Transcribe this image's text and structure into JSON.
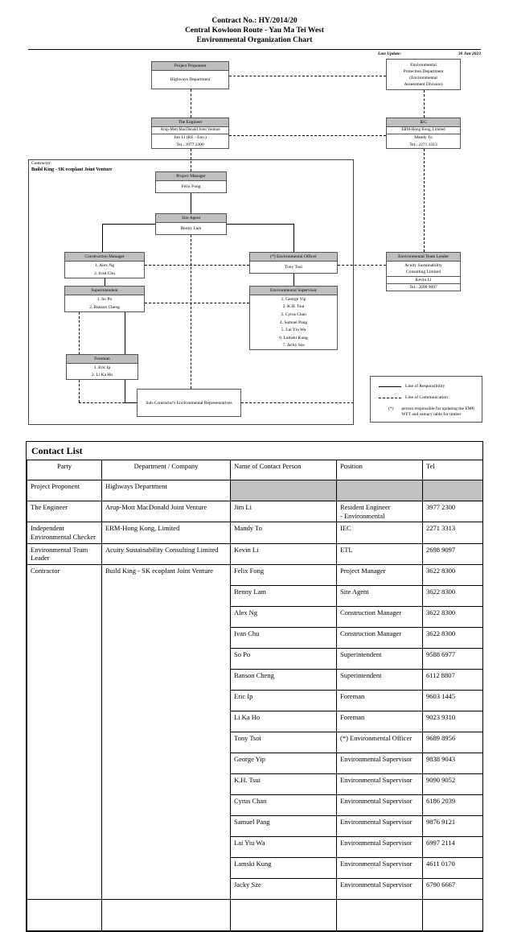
{
  "header": {
    "line1": "Contract No.: HY/2014/20",
    "line2": "Central Kowloon Route - Yau Ma Tei West",
    "line3": "Environmental Organization Chart",
    "last_update_label": "Last Update:",
    "last_update_value": "30 Jun 2023"
  },
  "org_chart": {
    "project_proponent": {
      "title": "Project Proponent",
      "body": "Highways Department"
    },
    "epd": {
      "lines": [
        "Environmental",
        "Protection Department",
        "(Environmental",
        "Assessment Division)"
      ]
    },
    "engineer": {
      "title": "The Engineer",
      "company": "Arup-Mott MacDonald Joint Venture",
      "person": "Jim Li (RE - Env.)",
      "tel": "Tel.: 3977 2300"
    },
    "iec": {
      "title": "IEC",
      "company": "ERM-Hong Kong, Limited",
      "person": "Mandy To",
      "tel": "Tel.: 2271 3313"
    },
    "contractor_label": "Contractor:",
    "contractor_name": "Build King - SK ecoplant Joint Venture",
    "project_manager": {
      "title": "Project Manager",
      "person": "Felix Fong"
    },
    "site_agent": {
      "title": "Site Agent",
      "person": "Benny Lam"
    },
    "construction_manager": {
      "title": "Construction Manager",
      "members": [
        "1. Alex Ng",
        "2. Ivan Chu"
      ]
    },
    "superintendent": {
      "title": "Superintendent",
      "members": [
        "1. So Po",
        "2. Banson Cheng"
      ]
    },
    "foreman": {
      "title": "Foreman",
      "members": [
        "1. Eric Ip",
        "2. Li Ka Ho"
      ]
    },
    "environmental_officer": {
      "title": "(*) Environmental Officer",
      "person": "Tony Tsoi"
    },
    "environmental_supervisor": {
      "title": "Environmental Supervisor",
      "members": [
        "1. George Yip",
        "2. K.H. Tsui",
        "3. Cyrus Chan",
        "4. Samuel Pang",
        "5. Lai Yiu Wa",
        "6. Lamski Kung",
        "7. Jacky Sze"
      ]
    },
    "environmental_team_leader": {
      "title": "Environmental Team Leader",
      "company_line1": "Acuity Sustainability",
      "company_line2": "Consulting Limited",
      "person": "Kevin Li",
      "tel": "Tel.: 2698 9097"
    },
    "subcontractor": {
      "label": "Sub-Contractor's Environmental Representatives"
    },
    "legend": {
      "responsibility_label": "Line of Responsibility",
      "communication_label": "Line of Communication",
      "asterisk": "(*)",
      "note_line1": "person responsible for updating the EMP,",
      "note_line2": "WFT and sumary table for timber"
    }
  },
  "contact_list": {
    "title": "Contact List",
    "columns": [
      "Party",
      "Department / Company",
      "Name of Contact Person",
      "Position",
      "Tel"
    ],
    "rows": [
      {
        "party": "Project Proponent",
        "dept": "Highways Department",
        "name": "",
        "position": "",
        "tel": ""
      },
      {
        "party": "The Engineer",
        "dept": "Arup-Mott MacDonald Joint Venture",
        "name": "Jim Li",
        "position": "Resident Engineer\n- Environmental",
        "tel": "3977 2300"
      },
      {
        "party": "Independent\nEnvironmental Checker",
        "dept": "ERM-Hong Kong, Limited",
        "name": "Mandy To",
        "position": "IEC",
        "tel": "2271 3313"
      },
      {
        "party": "Environmental Team\nLeader",
        "dept": "Acuity Sustainability Consulting Limited",
        "name": "Kevin Li",
        "position": "ETL",
        "tel": "2698 9097"
      },
      {
        "party": "Contractor",
        "dept": "Build King - SK ecoplant Joint Venture",
        "name": "Felix Fong",
        "position": "Project Manager",
        "tel": "3622 8300"
      },
      {
        "name": "Benny Lam",
        "position": "Site Agent",
        "tel": "3622 8300"
      },
      {
        "name": "Alex Ng",
        "position": "Construction Manager",
        "tel": "3622 8300"
      },
      {
        "name": "Ivan Chu",
        "position": "Construction Manager",
        "tel": "3622 8300"
      },
      {
        "name": "So Po",
        "position": "Superintendent",
        "tel": "9588 6977"
      },
      {
        "name": "Banson Cheng",
        "position": "Superintendent",
        "tel": "6112 8807"
      },
      {
        "name": "Eric Ip",
        "position": "Foreman",
        "tel": "9603 1445"
      },
      {
        "name": "Li Ka Ho",
        "position": "Foreman",
        "tel": "9023 9310"
      },
      {
        "name": "Tony Tsoi",
        "position": "(*) Environmental Officer",
        "tel": "9689 8956"
      },
      {
        "name": "George Yip",
        "position": "Environmental Supervisor",
        "tel": "9838 9043"
      },
      {
        "name": "K.H. Tsui",
        "position": "Environmental Supervisor",
        "tel": "9090 9052"
      },
      {
        "name": "Cyrus Chan",
        "position": "Environmental Supervisor",
        "tel": "6186 2039"
      },
      {
        "name": "Samuel Pang",
        "position": "Environmental Supervisor",
        "tel": "9876 9121"
      },
      {
        "name": "Lai Yiu Wa",
        "position": "Environmental Supervisor",
        "tel": "6997 2114"
      },
      {
        "name": "Lamski Kung",
        "position": "Environmental Supervisor",
        "tel": "4611 0170"
      },
      {
        "name": "Jacky Sze",
        "position": "Environmental Supervisor",
        "tel": "6790 6667"
      }
    ]
  }
}
